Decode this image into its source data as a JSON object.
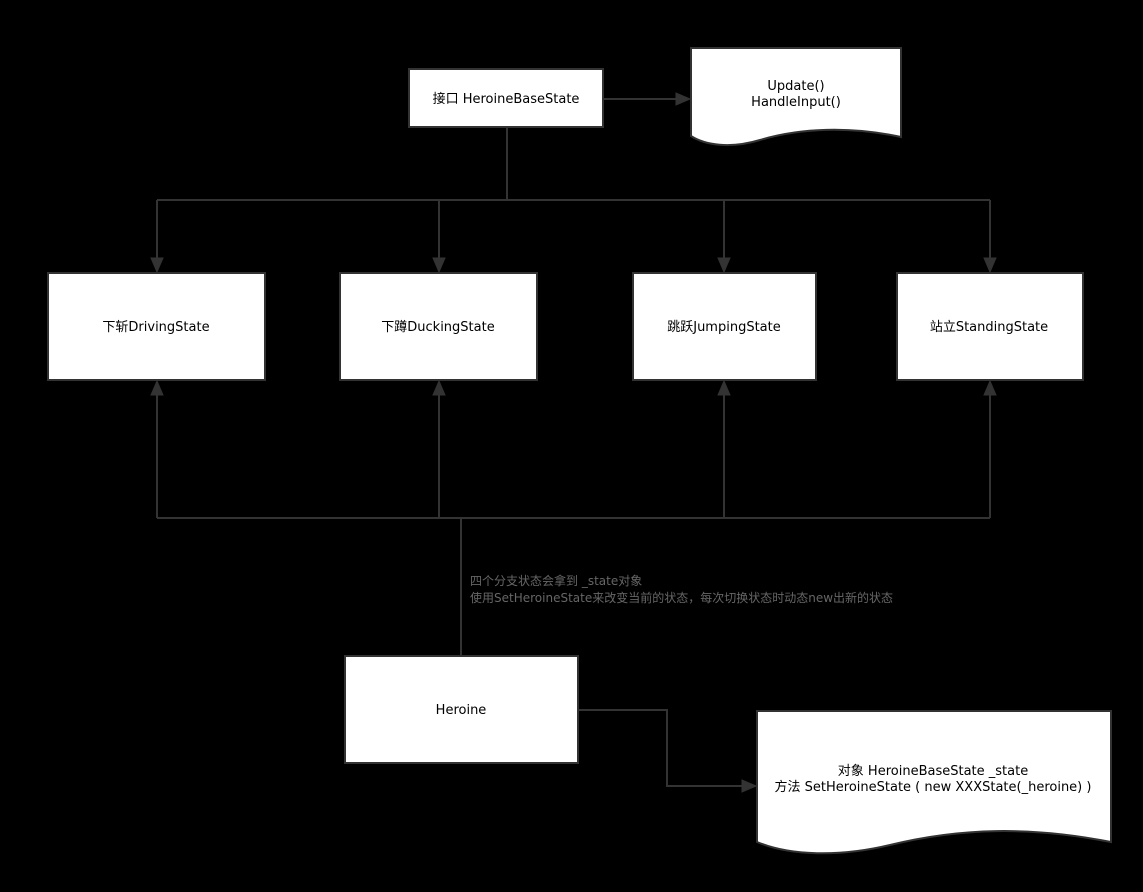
{
  "diagram": {
    "nodes": {
      "base_state": {
        "label": "接口 HeroineBaseState"
      },
      "methods_doc": {
        "lines": [
          "Update()",
          "HandleInput()"
        ]
      },
      "driving": {
        "label": "下斩DrivingState"
      },
      "ducking": {
        "label": "下蹲DuckingState"
      },
      "jumping": {
        "label": "跳跃JumpingState"
      },
      "standing": {
        "label": "站立StandingState"
      },
      "heroine": {
        "label": "Heroine"
      },
      "heroine_doc": {
        "lines": [
          "对象  HeroineBaseState  _state",
          "方法  SetHeroineState ( new XXXState(_heroine) )"
        ]
      }
    },
    "annotation": {
      "lines": [
        "四个分支状态会拿到 _state对象",
        "使用SetHeroineState来改变当前的状态，每次切换状态时动态new出新的状态"
      ]
    },
    "colors": {
      "background": "#000000",
      "node_fill": "#ffffff",
      "line": "#333333",
      "note_text": "#666666"
    }
  }
}
